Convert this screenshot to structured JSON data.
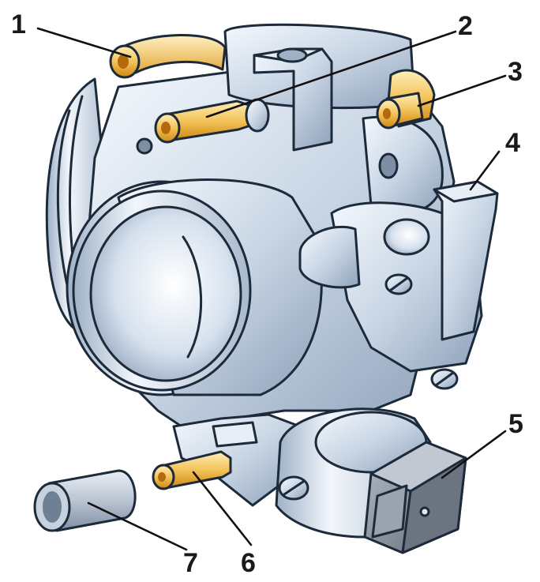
{
  "colors": {
    "metal_light": "#eef4fb",
    "metal_mid": "#c6d3e2",
    "metal_dark": "#8a9db5",
    "brass_light": "#fbe3a0",
    "brass_dark": "#d48a12",
    "connector": "#7d8692",
    "outline": "#1c2a3a"
  },
  "labels": [
    {
      "id": "1",
      "text": "1"
    },
    {
      "id": "2",
      "text": "2"
    },
    {
      "id": "3",
      "text": "3"
    },
    {
      "id": "4",
      "text": "4"
    },
    {
      "id": "5",
      "text": "5"
    },
    {
      "id": "6",
      "text": "6"
    },
    {
      "id": "7",
      "text": "7"
    }
  ]
}
